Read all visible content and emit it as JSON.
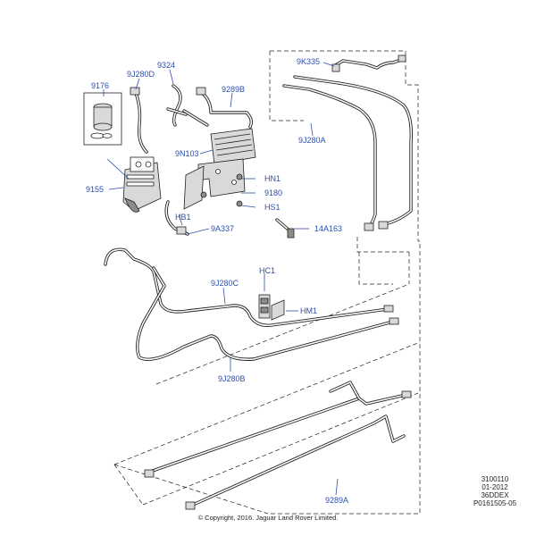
{
  "callouts": {
    "p9176": "9176",
    "p9J280D": "9J280D",
    "p9324": "9324",
    "p9289B": "9289B",
    "p9K335": "9K335",
    "p9J280A": "9J280A",
    "p9N103": "9N103",
    "pHN1": "HN1",
    "p9180": "9180",
    "pHS1": "HS1",
    "p9155": "9155",
    "pHB1": "HB1",
    "p9A337": "9A337",
    "p14A163": "14A163",
    "pHC1": "HC1",
    "p9J280C": "9J280C",
    "pHM1": "HM1",
    "p9J280B": "9J280B",
    "p9289A": "9289A"
  },
  "reference": {
    "line1": "3100110",
    "line2": "01-2012",
    "line3": "36DDEX",
    "line4": "P0161505-05"
  },
  "copyright": "© Copyright, 2016. Jaguar Land Rover Limited.",
  "colors": {
    "callout": "#2b4fb3",
    "line": "#222222"
  }
}
